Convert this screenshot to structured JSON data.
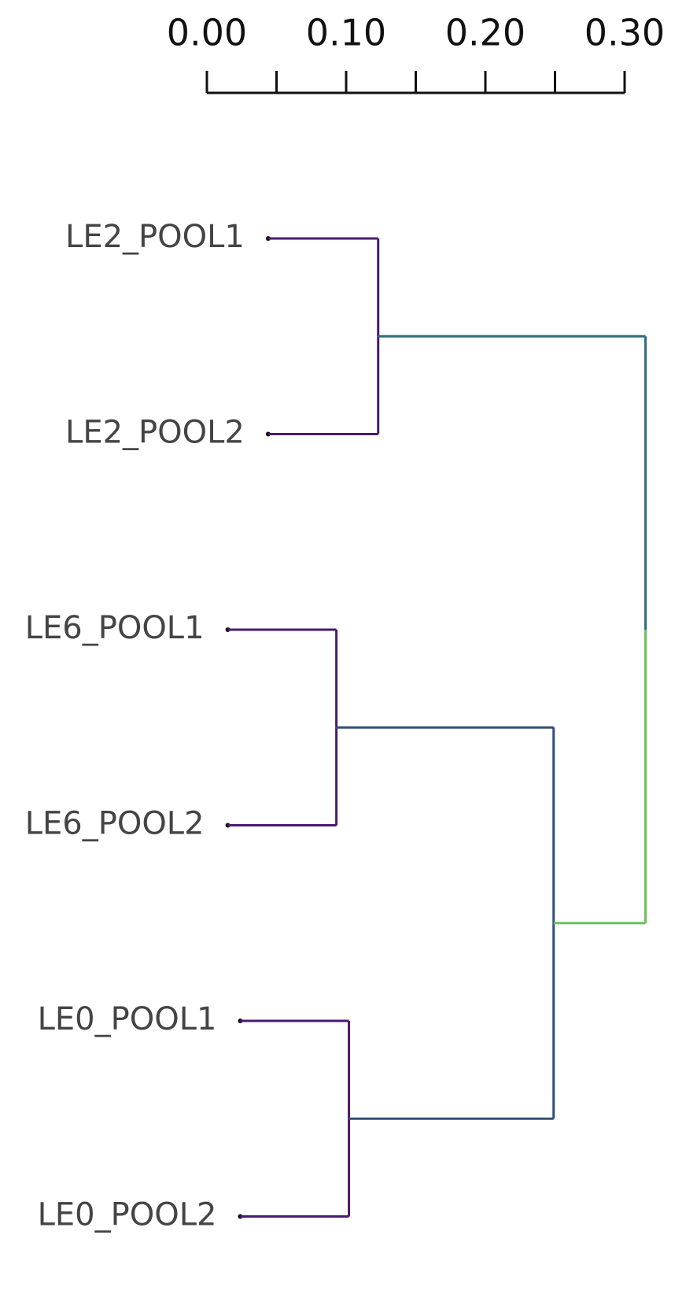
{
  "scale": {
    "ticks": [
      0.0,
      0.05,
      0.1,
      0.15,
      0.2,
      0.25,
      0.3
    ],
    "tick_labels": [
      {
        "value": 0.0,
        "text": "0.00"
      },
      {
        "value": 0.1,
        "text": "0.10"
      },
      {
        "value": 0.2,
        "text": "0.20"
      },
      {
        "value": 0.3,
        "text": "0.30"
      }
    ],
    "color": "#111111"
  },
  "leaves": [
    {
      "label": "LE2_POOL1",
      "height": 0.044
    },
    {
      "label": "LE2_POOL2",
      "height": 0.044
    },
    {
      "label": "LE6_POOL1",
      "height": 0.015
    },
    {
      "label": "LE6_POOL2",
      "height": 0.015
    },
    {
      "label": "LE0_POOL1",
      "height": 0.024
    },
    {
      "label": "LE0_POOL2",
      "height": 0.024
    }
  ],
  "merges": [
    {
      "id": "m1",
      "children": [
        "leaf:0",
        "leaf:1"
      ],
      "height": 0.123,
      "color": "#4b1a6e"
    },
    {
      "id": "m2",
      "children": [
        "leaf:2",
        "leaf:3"
      ],
      "height": 0.093,
      "color": "#4b1a6e"
    },
    {
      "id": "m3",
      "children": [
        "leaf:4",
        "leaf:5"
      ],
      "height": 0.102,
      "color": "#4b1a6e"
    },
    {
      "id": "m4",
      "children": [
        "m2",
        "m3"
      ],
      "height": 0.249,
      "color": "#30507a"
    },
    {
      "id": "m5",
      "children": [
        "m1",
        "m4"
      ],
      "height": 0.315,
      "color": "#2f6b80",
      "lower_color": "#6abf5a"
    }
  ]
}
